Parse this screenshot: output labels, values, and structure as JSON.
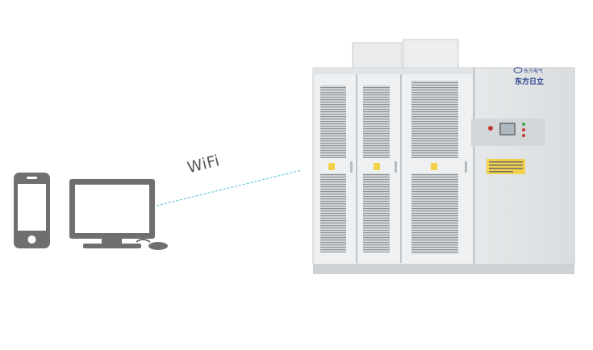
{
  "wifi": {
    "label": "WiFi"
  },
  "cabinet": {
    "brand_small": "东方电气",
    "brand_large": "东方日立"
  },
  "colors": {
    "device_gray": "#6f6f6f",
    "cabinet_white": "#eef0f1",
    "wifi_line": "#67c7d8",
    "warning_yellow": "#f3d24a"
  },
  "icons": [
    "smartphone-icon",
    "computer-monitor-icon",
    "mouse-icon",
    "wifi-link-line"
  ]
}
